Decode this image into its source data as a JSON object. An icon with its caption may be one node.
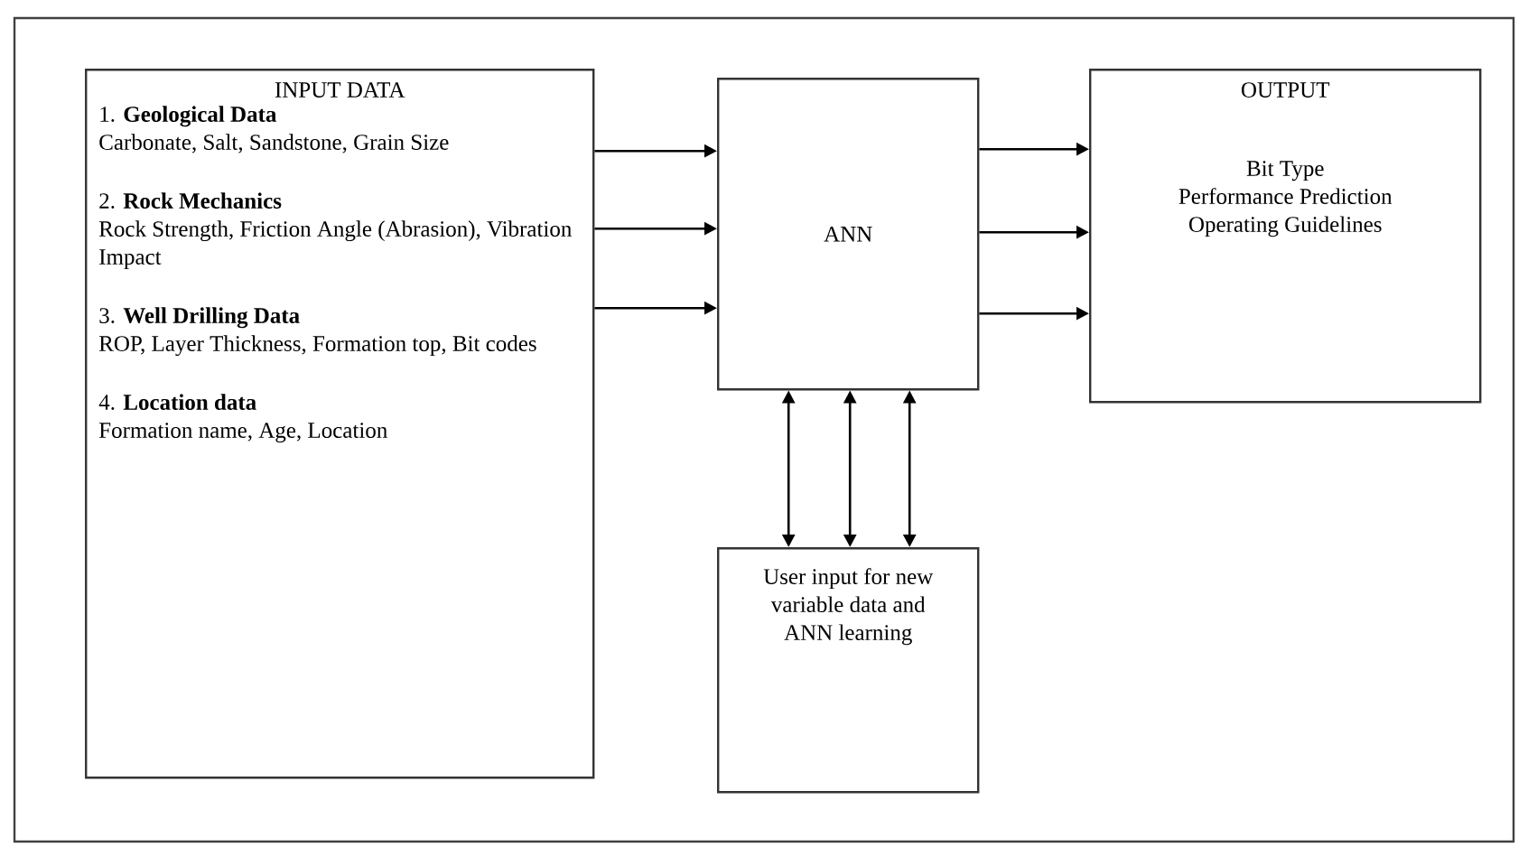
{
  "diagram": {
    "nodes": [
      {
        "text": [
          "INPUT DATA",
          "1. **Geological Data**",
          "Carbonate, Salt, Sandstone, Grain Size",
          "2. **Rock Mechanics**",
          "Rock Strength, Friction Angle (Abrasion), Vibration Impact",
          "3. **Well Drilling Data**",
          "ROP, Layer Thickness, Formation top, Bit codes",
          "4. **Location data**",
          "Formation name, Age, Location"
        ]
      },
      {
        "text": [
          "ANN"
        ]
      },
      {
        "text": [
          "OUTPUT",
          "Bit Type",
          "Performance Prediction",
          "Operating Guidelines"
        ]
      },
      {
        "text": [
          "User input for new variable data and ANN learning"
        ]
      }
    ],
    "edges": [
      {
        "from": 0,
        "to": 1,
        "arrow": "to"
      },
      {
        "from": 0,
        "to": 1,
        "arrow": "to"
      },
      {
        "from": 0,
        "to": 1,
        "arrow": "to"
      },
      {
        "from": 1,
        "to": 2,
        "arrow": "to"
      },
      {
        "from": 1,
        "to": 2,
        "arrow": "to"
      },
      {
        "from": 1,
        "to": 2,
        "arrow": "to"
      },
      {
        "from": 1,
        "to": 3,
        "arrow": "both"
      },
      {
        "from": 1,
        "to": 3,
        "arrow": "both"
      },
      {
        "from": 1,
        "to": 3,
        "arrow": "both"
      }
    ]
  }
}
